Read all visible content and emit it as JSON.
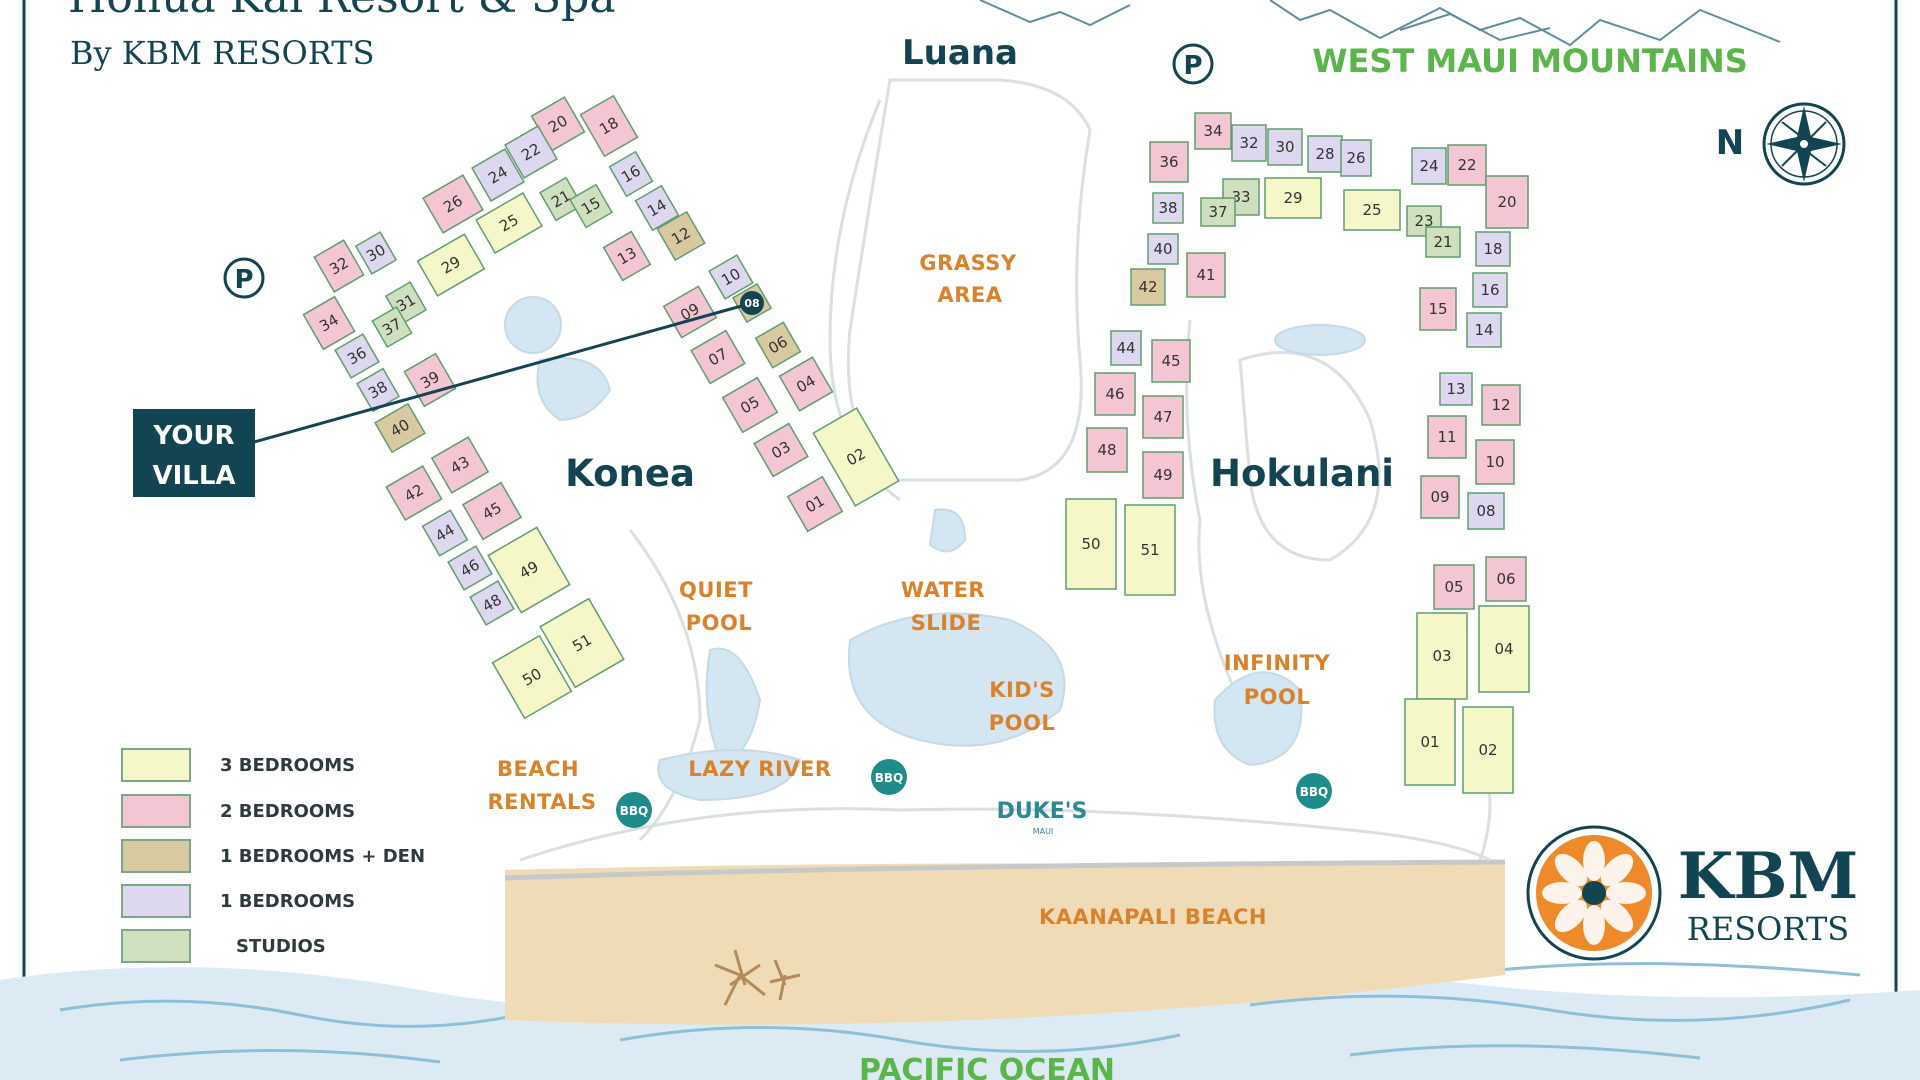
{
  "header": {
    "title": "Honua Kai Resort & Spa",
    "subtitle": "By KBM RESORTS"
  },
  "places": {
    "luana": "Luana",
    "west_maui": "WEST MAUI MOUNTAINS",
    "north": "N",
    "grassy_1": "GRASSY",
    "grassy_2": "AREA",
    "konea": "Konea",
    "hokulani": "Hokulani",
    "quiet_1": "QUIET",
    "quiet_2": "POOL",
    "slide_1": "WATER",
    "slide_2": "SLIDE",
    "kids_1": "KID'S",
    "kids_2": "POOL",
    "infinity_1": "INFINITY",
    "infinity_2": "POOL",
    "beach_1": "BEACH",
    "beach_2": "RENTALS",
    "lazy_river": "LAZY RIVER",
    "dukes": "DUKE'S",
    "dukes_sub": "MAUI",
    "kaanapali": "KAANAPALI BEACH",
    "ocean": "PACIFIC OCEAN",
    "bbq": "BBQ",
    "parking": "P"
  },
  "callout": {
    "line1": "YOUR",
    "line2": "VILLA",
    "unit": "08"
  },
  "legend": [
    {
      "label": "3 BEDROOMS",
      "color": "#f6f7c9"
    },
    {
      "label": "2 BEDROOMS",
      "color": "#f4c6d3"
    },
    {
      "label": "1 BEDROOMS + DEN",
      "color": "#d8c9a0"
    },
    {
      "label": "1 BEDROOMS",
      "color": "#ddd7ef"
    },
    {
      "label": "STUDIOS",
      "color": "#cfe0c0"
    }
  ],
  "brand": {
    "name": "KBM",
    "sub": "RESORTS"
  },
  "colors": {
    "accent": "#134452",
    "place_orange": "#d9822b",
    "green_label": "#5ab54a",
    "outline": "#5f9e6e",
    "water": "#d3e6f2",
    "sand": "#efdcb6",
    "logo_orange": "#ef8a2a"
  },
  "konea_units": [
    "20",
    "18",
    "22",
    "24",
    "26",
    "16",
    "21",
    "15",
    "14",
    "25",
    "29",
    "12",
    "13",
    "30",
    "32",
    "31",
    "10",
    "09",
    "08",
    "37",
    "06",
    "34",
    "07",
    "36",
    "04",
    "39",
    "05",
    "38",
    "02",
    "40",
    "03",
    "01",
    "43",
    "42",
    "45",
    "44",
    "49",
    "46",
    "48",
    "51",
    "50"
  ],
  "hokulani_units": [
    "34",
    "32",
    "30",
    "28",
    "26",
    "24",
    "22",
    "36",
    "33",
    "29",
    "25",
    "20",
    "38",
    "37",
    "23",
    "21",
    "40",
    "18",
    "41",
    "42",
    "16",
    "15",
    "14",
    "44",
    "45",
    "46",
    "47",
    "13",
    "12",
    "48",
    "49",
    "11",
    "10",
    "09",
    "08",
    "50",
    "51",
    "05",
    "06",
    "03",
    "04",
    "01",
    "02"
  ]
}
